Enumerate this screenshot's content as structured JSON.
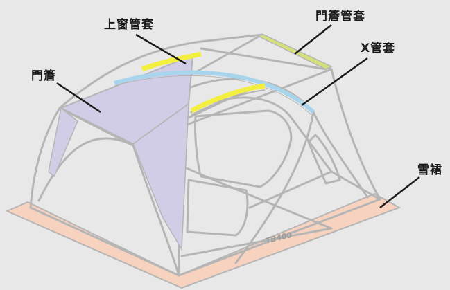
{
  "labels": {
    "upper_window_pole": "上窗管套",
    "door_awning_pole": "門簷管套",
    "x_pole": "X管套",
    "door_awning": "門簷",
    "snow_skirt": "雪裙"
  },
  "tent_logo": "TB400",
  "colors": {
    "background": "#e8e8e8",
    "tent_outline": "#b5b5b5",
    "awning_fill": "#d2cde6",
    "snow_skirt_fill": "#f6d2bf",
    "x_pole_sleeve": "#a9d5ec",
    "upper_window_sleeve": "#f2ef3e",
    "door_pole_sleeve": "#d3e07c",
    "leader_line": "#1a1a1a"
  }
}
